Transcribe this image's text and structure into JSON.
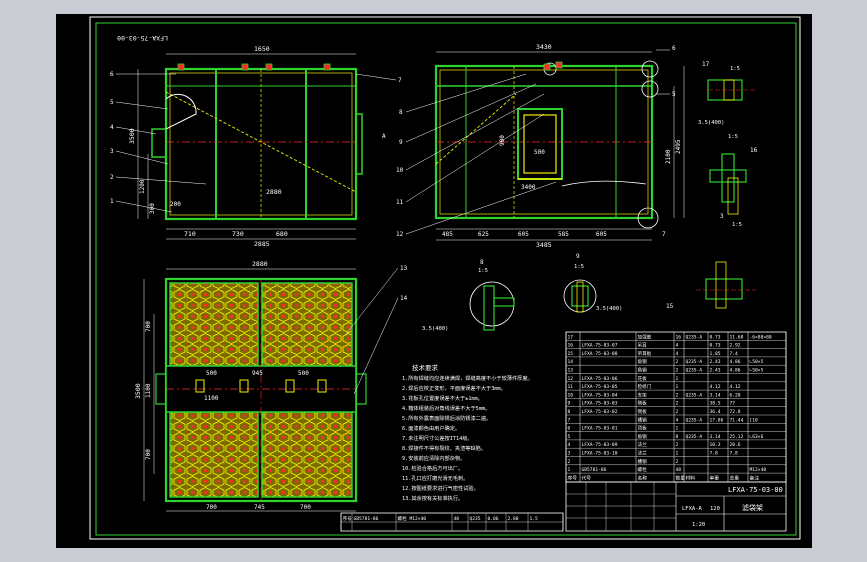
{
  "drawing": {
    "code_rotated": "LFXA-75-03-00",
    "title_code": "LFXA-75-03-00",
    "title_name": "滤袋架",
    "scale": "1:20",
    "total_weight": "LFXA-A",
    "sheet_no": "120"
  },
  "front_view": {
    "dims": [
      "1650",
      "2880",
      "3500",
      "710",
      "730",
      "680",
      "2885",
      "1200",
      "300",
      "200"
    ],
    "callouts": [
      "6",
      "5",
      "4",
      "3",
      "2",
      "1",
      "7"
    ],
    "section_mark": "A"
  },
  "side_view": {
    "dims": [
      "3430",
      "900",
      "500",
      "3400",
      "485",
      "625",
      "605",
      "585",
      "605",
      "3485",
      "2100",
      "2495"
    ],
    "callouts": [
      "8",
      "9",
      "10",
      "11",
      "12",
      "6",
      "5",
      "7"
    ]
  },
  "plan_view": {
    "dims": [
      "2880",
      "3500",
      "700",
      "1100",
      "700",
      "500",
      "945",
      "500",
      "1100",
      "700",
      "745",
      "700"
    ],
    "callouts": [
      "13",
      "14"
    ]
  },
  "detail_labels": [
    "17",
    "1:5",
    "16",
    "1:5",
    "15",
    "8",
    "1:5",
    "9",
    "1:5",
    "3",
    "1:5"
  ],
  "detail_notes": [
    "3.5(400)",
    "3.5(400)",
    "3.5(400)"
  ],
  "notes": {
    "title": "技术要求",
    "lines": [
      "1.所有焊缝均应连续满焊，焊缝高度不小于较薄件厚度。",
      "2.焊后应校正变形，平面度误差不大于3mm。",
      "3.花板孔位置度误差不大于±1mm。",
      "4.箱体组装后对角线误差不大于5mm。",
      "5.所有外露表面除锈后涂防锈漆二遍。",
      "6.面漆颜色由用户确定。",
      "7.未注明尺寸公差按IT14级。",
      "8.焊接件不得有裂纹、夹渣等缺陷。",
      "9.安装前应清除内部杂物。",
      "10.检验合格后方可出厂。",
      "11.孔口应打磨光滑无毛刺。",
      "12.按图纸要求进行气密性试验。",
      "13.其余按有关标准执行。"
    ]
  },
  "bom": {
    "headers": [
      "序号",
      "代号",
      "名称",
      "数量",
      "材料",
      "单重",
      "总重",
      "备注"
    ],
    "rows": [
      [
        "17",
        "",
        "加强筋",
        "16",
        "Q235-A",
        "0.73",
        "11.68",
        "-6×80×80"
      ],
      [
        "16",
        "LFXA-75-03-07",
        "吊耳",
        "4",
        "",
        "0.73",
        "2.92",
        ""
      ],
      [
        "15",
        "LFXA-75-03-08",
        "吊耳板",
        "4",
        "",
        "1.85",
        "7.4",
        ""
      ],
      [
        "14",
        "",
        "角钢",
        "2",
        "Q235-A",
        "2.43",
        "4.86",
        "∟50×5"
      ],
      [
        "13",
        "",
        "角钢",
        "2",
        "Q235-A",
        "2.43",
        "4.86",
        "∟50×5"
      ],
      [
        "12",
        "LFXA-75-03-06",
        "花板",
        "1",
        "",
        "",
        "",
        ""
      ],
      [
        "11",
        "LFXA-75-03-05",
        "检修门",
        "1",
        "",
        "4.12",
        "4.12",
        ""
      ],
      [
        "10",
        "LFXA-75-03-04",
        "支架",
        "2",
        "Q235-A",
        "3.14",
        "6.28",
        ""
      ],
      [
        "9",
        "LFXA-75-03-03",
        "侧板",
        "2",
        "",
        "38.5",
        "77",
        ""
      ],
      [
        "8",
        "LFXA-75-03-02",
        "侧板",
        "2",
        "",
        "36.4",
        "72.8",
        ""
      ],
      [
        "7",
        "",
        "槽钢",
        "4",
        "Q235-A",
        "17.86",
        "71.44",
        "[10"
      ],
      [
        "6",
        "LFXA-75-03-01",
        "顶板",
        "1",
        "",
        "",
        "",
        ""
      ],
      [
        "5",
        "",
        "角钢",
        "8",
        "Q235-A",
        "3.14",
        "25.12",
        "∟63×6"
      ],
      [
        "4",
        "LFXA-75-03-09",
        "法兰",
        "2",
        "",
        "10.3",
        "20.6",
        ""
      ],
      [
        "3",
        "LFXA-75-03-10",
        "法兰",
        "1",
        "",
        "7.8",
        "7.8",
        ""
      ],
      [
        "2",
        "",
        "槽钢",
        "2",
        "",
        "",
        "",
        ""
      ],
      [
        "1",
        "GB5781-86",
        "螺栓",
        "48",
        "",
        "",
        "",
        "M12×40"
      ]
    ],
    "footer_left": [
      "序号",
      "GB5781-86",
      "螺栓 M12×40",
      "48",
      "Q235",
      "0.06",
      "2.88",
      "1.5"
    ]
  },
  "colors": {
    "background": "#000000",
    "frame": "#2fd32f",
    "yellow": "#f3f000",
    "red": "#ff2a2a",
    "white": "#ffffff",
    "cyan": "#00e0e0"
  }
}
